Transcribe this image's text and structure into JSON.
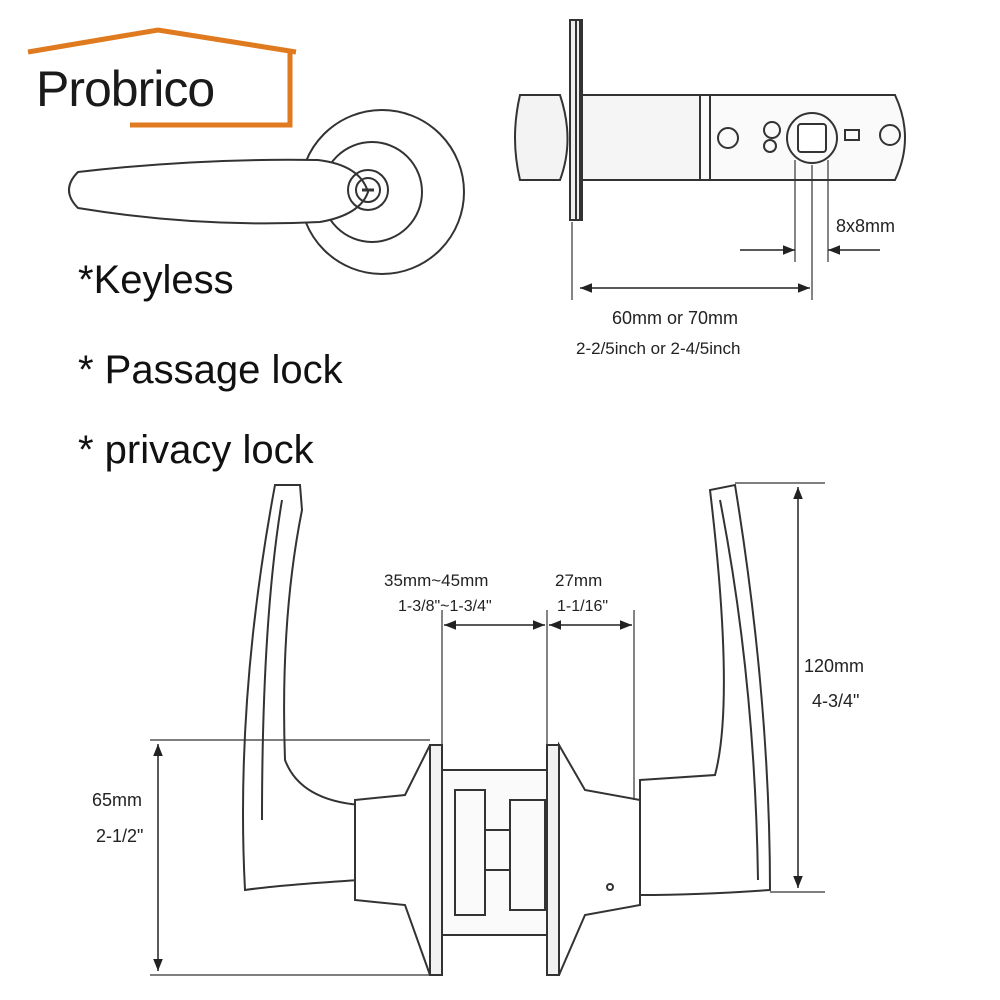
{
  "brand": {
    "name": "Probrico",
    "accent_color": "#e07a1f"
  },
  "features": [
    "*Keyless",
    "* Passage lock",
    "* privacy lock"
  ],
  "latch": {
    "backset_metric": "60mm or 70mm",
    "backset_imperial": "2-2/5inch or 2-4/5inch",
    "spindle": "8x8mm"
  },
  "lever_set": {
    "door_thickness_metric": "35mm~45mm",
    "door_thickness_imperial": "1-3/8\"~1-3/4\"",
    "rose_depth_metric": "27mm",
    "rose_depth_imperial": "1-1/16\"",
    "lever_height_metric": "120mm",
    "lever_height_imperial": "4-3/4\"",
    "rose_diameter_metric": "65mm",
    "rose_diameter_imperial": "2-1/2\""
  }
}
